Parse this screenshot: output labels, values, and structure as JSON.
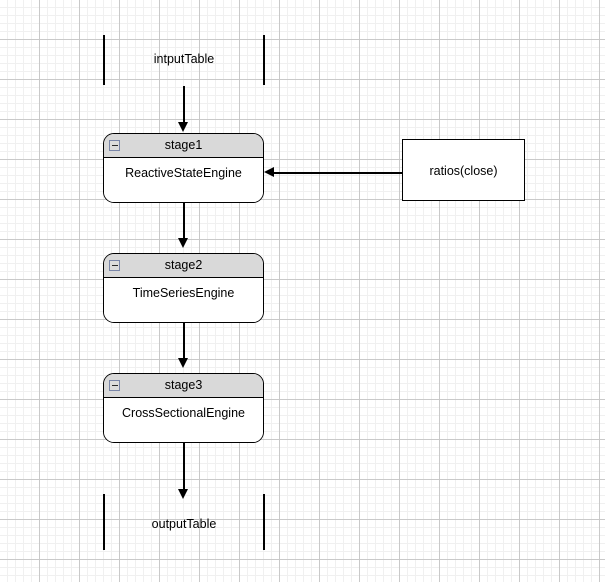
{
  "diagram": {
    "input_terminal": {
      "label": "intputTable"
    },
    "output_terminal": {
      "label": "outputTable"
    },
    "stages": [
      {
        "header": "stage1",
        "body": "ReactiveStateEngine",
        "collapse_icon": "collapse-minus-icon"
      },
      {
        "header": "stage2",
        "body": "TimeSeriesEngine",
        "collapse_icon": "collapse-minus-icon"
      },
      {
        "header": "stage3",
        "body": "CrossSectionalEngine",
        "collapse_icon": "collapse-minus-icon"
      }
    ],
    "side_node": {
      "label": "ratios(close)"
    },
    "colors": {
      "stroke": "#000000",
      "header_fill": "#d9d9d9",
      "body_fill": "#ffffff",
      "grid_major": "#c9c9c9",
      "grid_minor": "#f0f0f0",
      "canvas": "#ffffff"
    }
  }
}
